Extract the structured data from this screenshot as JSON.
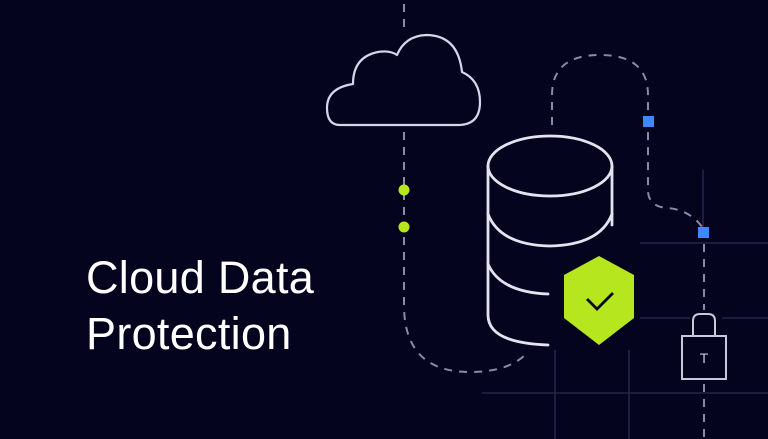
{
  "headline": {
    "line1": "Cloud Data",
    "line2": "Protection"
  },
  "illustration": {
    "icons": [
      "cloud-icon",
      "database-icon",
      "shield-check-icon",
      "padlock-icon"
    ],
    "lock_label": "T"
  },
  "colors": {
    "background": "#05041f",
    "outline": "#d6d6ea",
    "dashed_path": "#8a8aa8",
    "grid": "#2a2a4a",
    "accent_lime": "#b6e61e",
    "accent_blue": "#3d87ff",
    "text": "#ffffff"
  }
}
